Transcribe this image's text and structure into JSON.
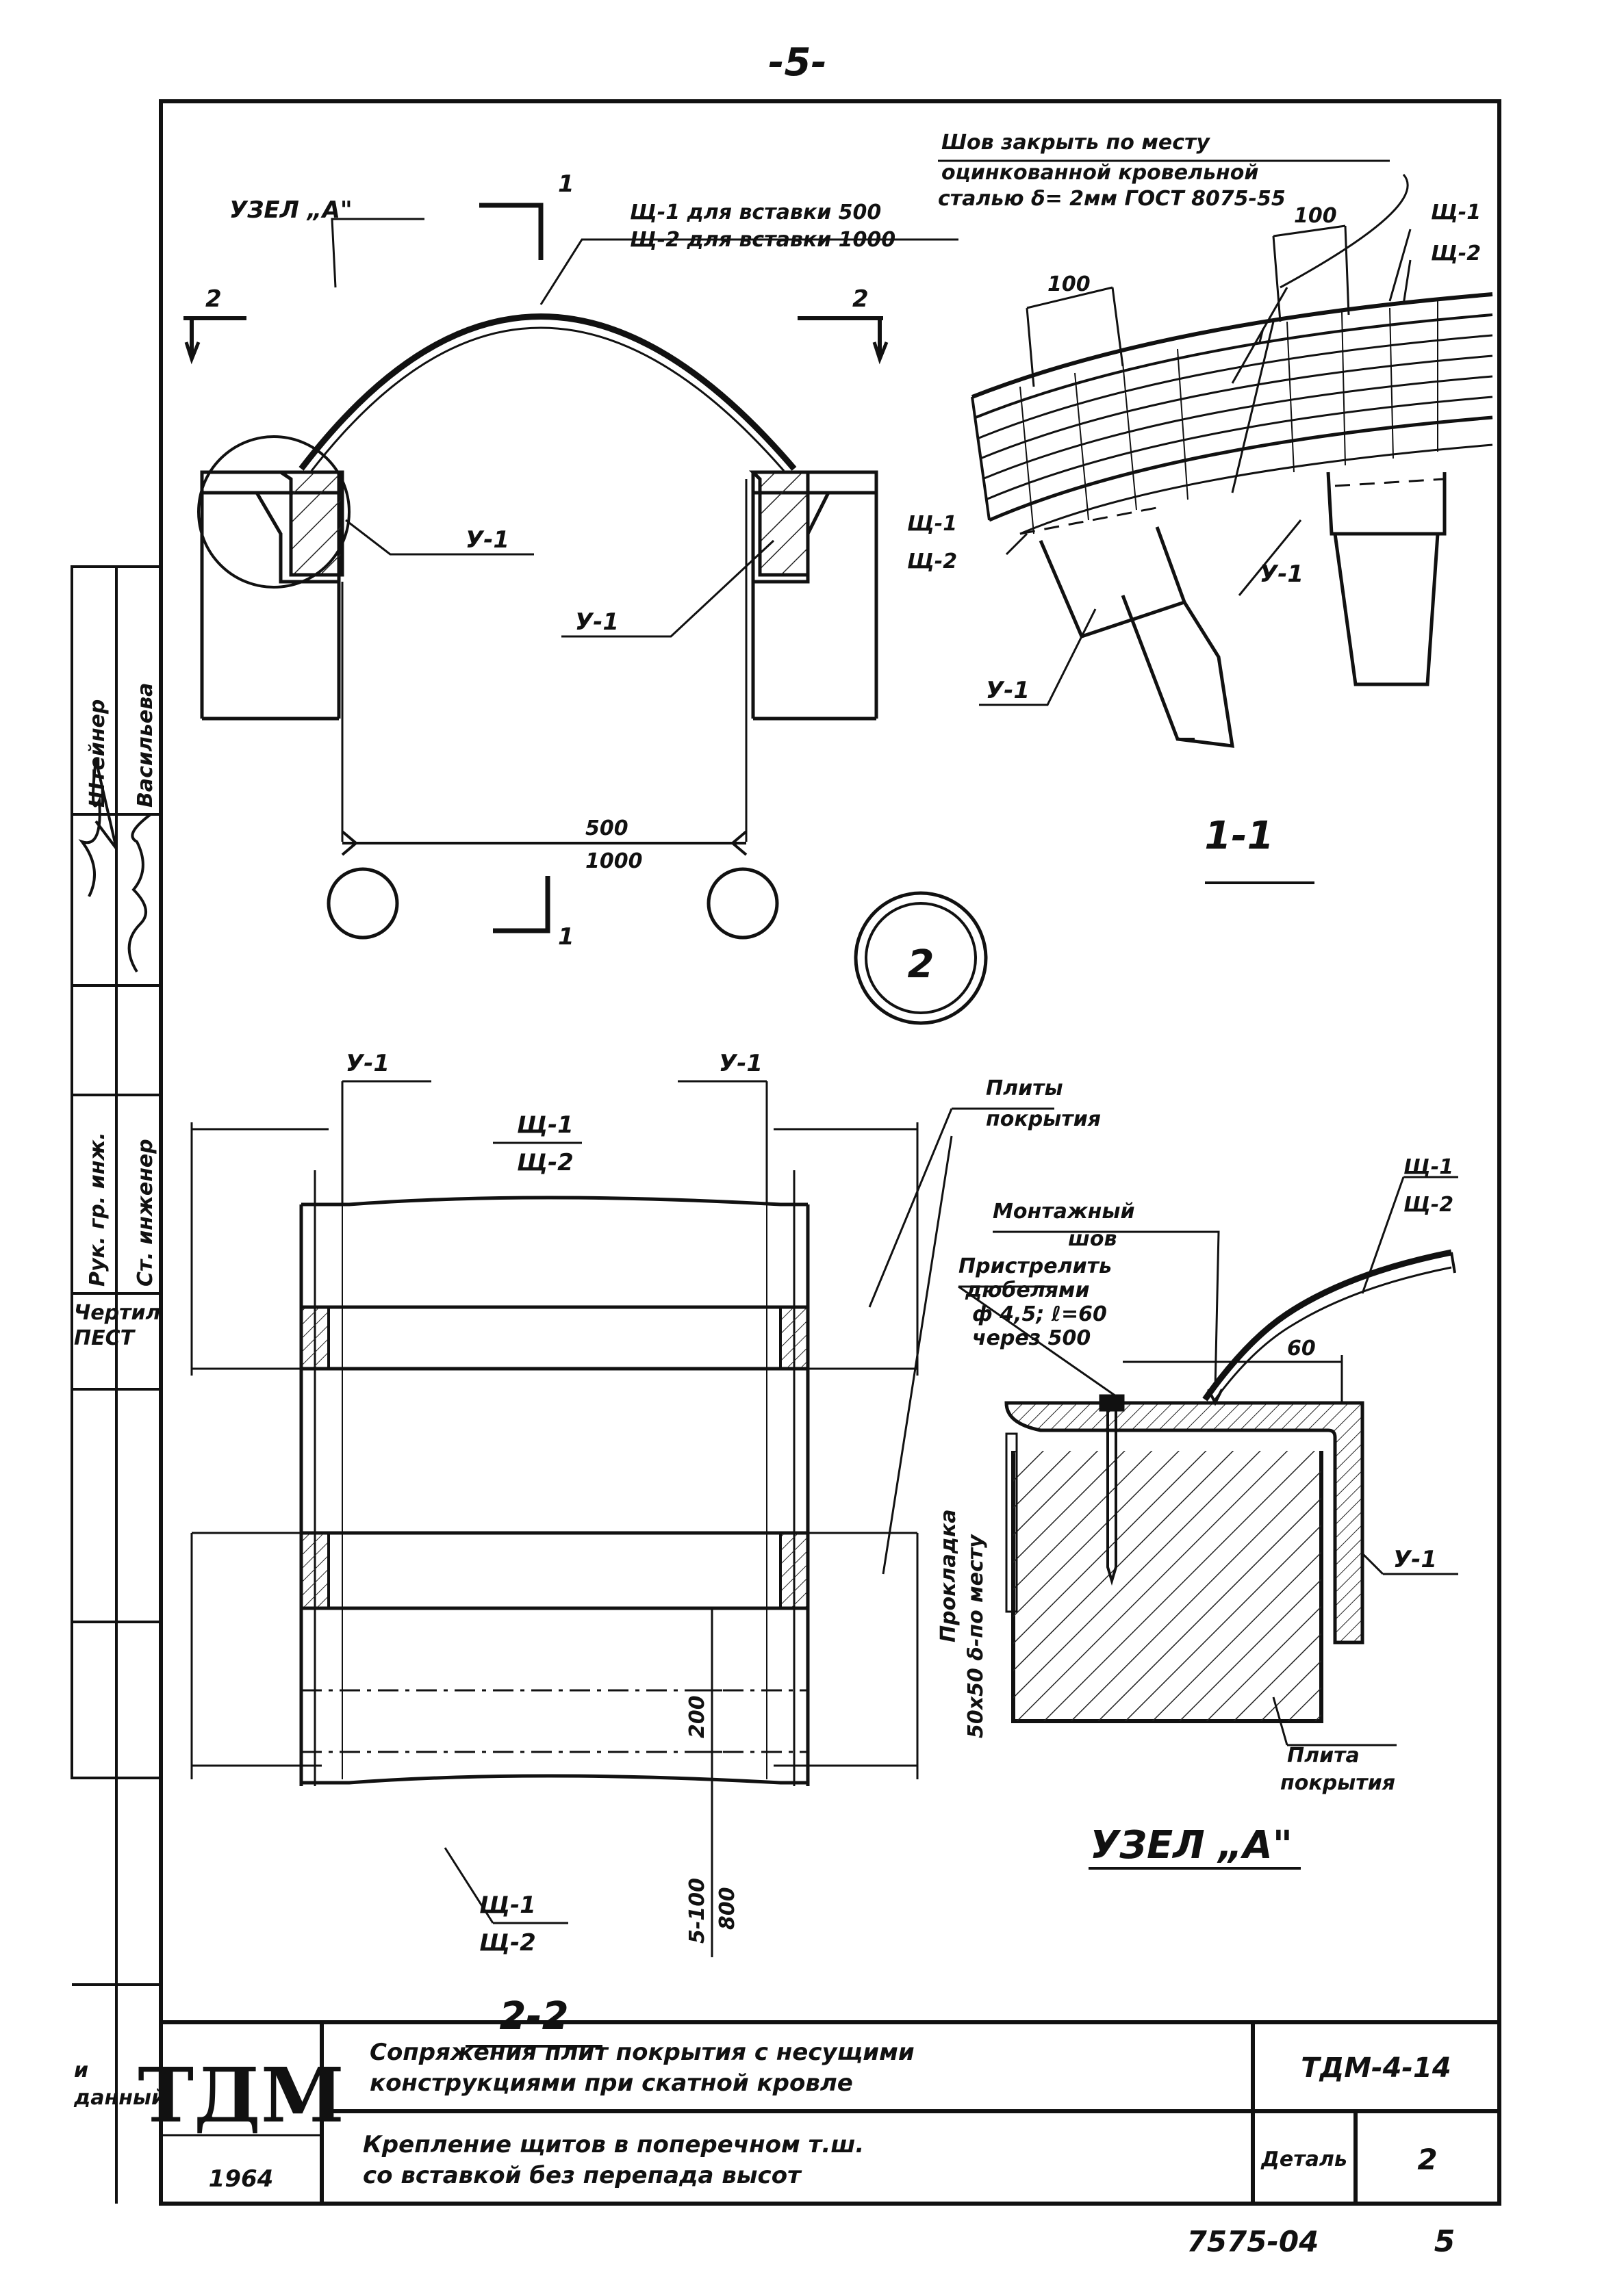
{
  "page_number": "-5-",
  "view_title_1_1": "1-1",
  "view_title_2_2": "2-2",
  "view_title_node_a": "УЗЕЛ „A\"",
  "detail_circle_number": "2",
  "labels": {
    "node_a_pointer": "УЗЕЛ „A\"",
    "section_mark_1": "1",
    "section_mark_2": "2",
    "shield_note_line1": "Щ-1 для вставки 500",
    "shield_note_line2": "Щ-2 для вставки 1000",
    "u1": "У-1",
    "shch1": "Щ-1",
    "shch2": "Щ-2",
    "dim_500": "500",
    "dim_1000": "1000",
    "dim_100": "100",
    "dim_60": "60",
    "dim_200": "200",
    "dim_5_100": "5-100",
    "dim_800": "800",
    "seam_note_line1": "Шов закрыть по месту",
    "seam_note_line2": "оцинкованной кровельной",
    "seam_note_line3": "сталью δ= 2мм ГОСТ 8075-55",
    "slabs_cover_line1": "Плиты",
    "slabs_cover_line2": "покрытия",
    "mounting_seam_line1": "Монтажный",
    "mounting_seam_line2": "шов",
    "dowel_line1": "Пристрелить",
    "dowel_line2": "дюбелями",
    "dowel_line3": "ф 4,5; ℓ=60",
    "dowel_line4": "через 500",
    "gasket_line1": "Прокладка",
    "gasket_line2": "50х50 δ-по месту",
    "slab_line1": "Плита",
    "slab_line2": "покрытия"
  },
  "side_stamp": {
    "roles": [
      "Рук. гр. инж.",
      "Ст. инженер"
    ],
    "names": [
      "Штейнер",
      "Васильева"
    ],
    "stage_line1": "Чертил",
    "stage_line2": "ПЕСТ",
    "bottom_word1": "и",
    "bottom_word2": "данный"
  },
  "title_block": {
    "org": "ТДМ",
    "year": "1964",
    "title_line1": "Сопряжения плит покрытия с несущими",
    "title_line2": "конструкциями при скатной кровле",
    "subtitle_line1": "Крепление щитов в поперечном т.ш.",
    "subtitle_line2": "со вставкой без перепада высот",
    "code": "ТДМ-4-14",
    "detail_label": "Деталь",
    "detail_value": "2",
    "sheet_code": "7575-04",
    "sheet_number": "5"
  }
}
